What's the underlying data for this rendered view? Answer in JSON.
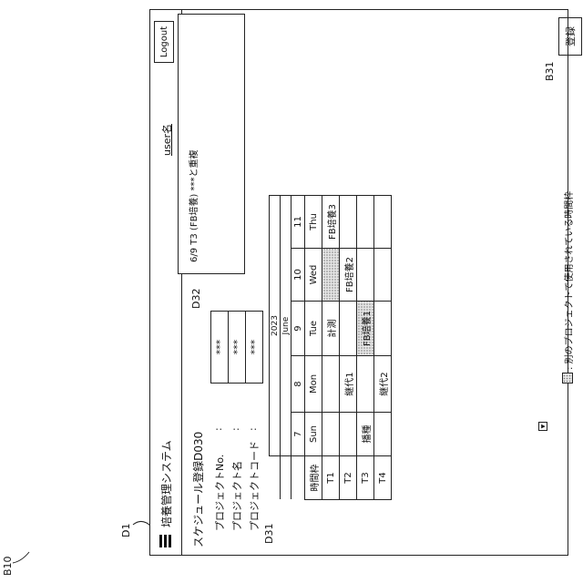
{
  "refs": {
    "b10": "B10",
    "d1": "D1",
    "d31": "D31",
    "d32": "D32",
    "b31": "B31"
  },
  "header": {
    "title": "培養管理システム",
    "user": "user名",
    "logout_label": "Logout"
  },
  "screen": {
    "title": "スケジュール登録D030"
  },
  "form": {
    "project_no_label": "プロジェクトNo.",
    "project_name_label": "プロジェクト名",
    "project_code_label": "プロジェクトコード",
    "colon": ":",
    "project_no_value": "***",
    "project_name_value": "***",
    "project_code_value": "***"
  },
  "message": {
    "text": "6/9 T3 (FB培養) ***と重複"
  },
  "calendar": {
    "year": "2023",
    "month": "June",
    "slot_header": "時間枠",
    "slots": [
      "T1",
      "T2",
      "T3",
      "T4"
    ],
    "dates": [
      "7",
      "8",
      "9",
      "10",
      "11"
    ],
    "weekdays": [
      "Sun",
      "Mon",
      "Tue",
      "Wed",
      "Thu"
    ],
    "cells": {
      "mon_t2": "継代1",
      "mon_t4": "継代2",
      "sun_t3": "播種",
      "tue_t1": "計測",
      "tue_t3": "FB培養1",
      "wed_t2": "FB培養2",
      "thu_t1": "FB培養3"
    }
  },
  "legend": {
    "text": ": 別のプロジェクトで使用されている時間枠"
  },
  "actions": {
    "save_label": "登録"
  },
  "icons": {
    "menu": "hamburger-menu-icon",
    "scroll": "scroll-down-icon"
  },
  "colors": {
    "shaded": "#e6e6e6"
  }
}
